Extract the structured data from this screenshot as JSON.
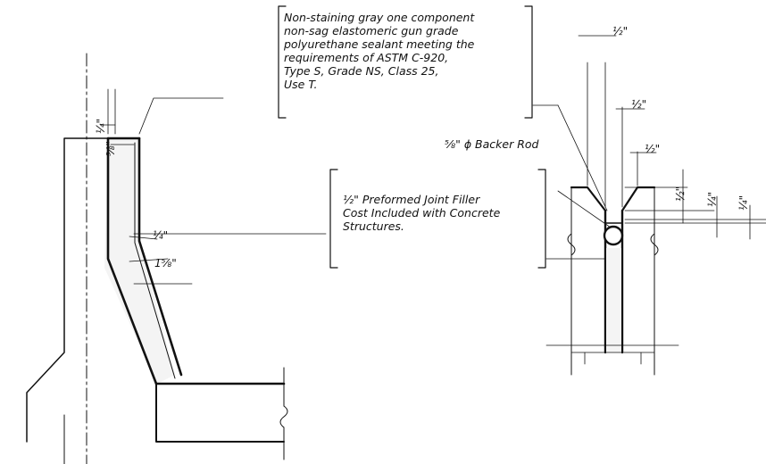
{
  "callouts": {
    "sealant": {
      "lines": [
        "Non-staining gray one component",
        "non-sag elastomeric gun grade",
        "polyurethane sealant meeting the",
        "requirements of ASTM C-920,",
        "Type S, Grade NS, Class 25,",
        "Use T."
      ]
    },
    "joint_filler": {
      "lines": [
        "½\" Preformed Joint Filler",
        "Cost Included with Concrete",
        "Structures."
      ]
    },
    "backer_rod": "⅝\" ϕ Backer Rod"
  },
  "dimensions": {
    "left_top_quarter": "¼\"",
    "left_top_five_eighths": "⅝\"",
    "left_mid_quarter": "¼\"",
    "left_mid_one_five_eighths": "1⅝\"",
    "right_half_1": "½\"",
    "right_half_2": "½\"",
    "right_half_3": "½\"",
    "right_half_vertical": "½\"",
    "right_quarter_1": "¼\"",
    "right_quarter_2": "¼\""
  }
}
